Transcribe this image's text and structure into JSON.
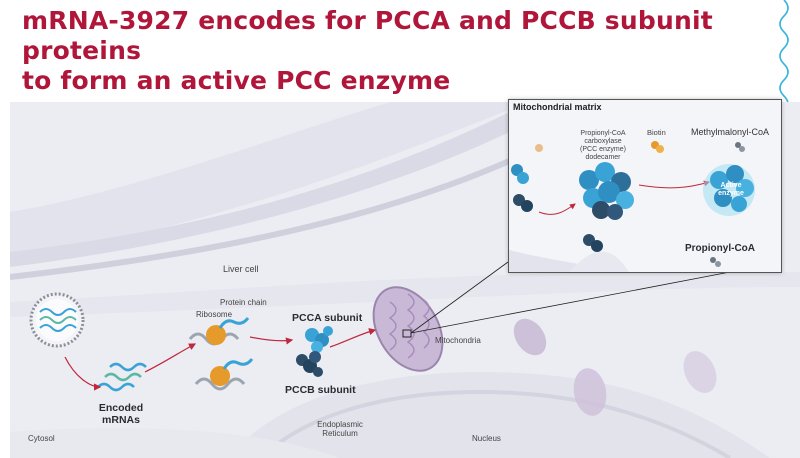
{
  "title": {
    "line1": "mRNA-3927 encodes for PCCA and PCCB subunit proteins",
    "line2": "to form an active PCC enzyme"
  },
  "labels": {
    "liver_cell": "Liver cell",
    "protein_chain": "Protein chain",
    "ribosome": "Ribosome",
    "pcca_subunit": "PCCA subunit",
    "pccb_subunit": "PCCB subunit",
    "mitochondria": "Mitochondria",
    "encoded_mrnas_1": "Encoded",
    "encoded_mrnas_2": "mRNAs",
    "cytosol": "Cytosol",
    "er_1": "Endoplasmic",
    "er_2": "Reticulum",
    "nucleus": "Nucleus"
  },
  "inset": {
    "title": "Mitochondrial matrix",
    "pcc_1": "Propionyl-CoA",
    "pcc_2": "carboxylase",
    "pcc_3": "(PCC enzyme)",
    "pcc_4": "dodecamer",
    "biotin": "Biotin",
    "methylmalonyl": "Methylmalonyl-CoA",
    "active_1": "Active",
    "active_2": "enzyme",
    "propionyl": "Propionyl-CoA"
  },
  "colors": {
    "title": "#b0163a",
    "protein": "#3aa3d6",
    "arrow": "#c0283c",
    "ribosome": "#e59a2a"
  }
}
